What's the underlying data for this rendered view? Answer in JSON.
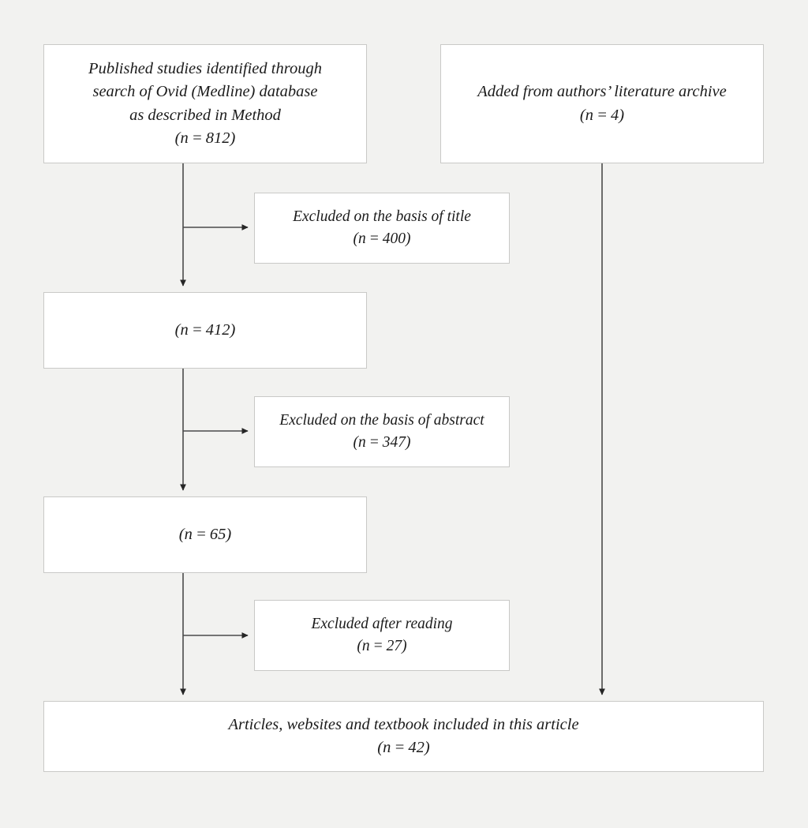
{
  "diagram": {
    "type": "prisma-flow-diagram",
    "background_color": "#f2f2f0",
    "box_fill": "#ffffff",
    "box_border_color": "#c9c9c7",
    "connector_color": "#333333",
    "nodes": {
      "identified": {
        "lines": [
          "Published studies identified through",
          "search of Ovid (Medline) database",
          "as described in Method",
          "(n = 812)"
        ]
      },
      "archive": {
        "lines": [
          "Added from authors’ literature archive",
          "(n = 4)"
        ]
      },
      "excluded_title": {
        "lines": [
          "Excluded on the basis of title",
          "(n = 400)"
        ]
      },
      "titles_screened": {
        "lines": [
          "(n = 412)"
        ]
      },
      "excluded_abstract": {
        "lines": [
          "Excluded on the basis of abstract",
          "(n = 347)"
        ]
      },
      "abstracts_screened": {
        "lines": [
          "(n = 65)"
        ]
      },
      "excluded_reading": {
        "lines": [
          "Excluded after reading",
          "(n = 27)"
        ]
      },
      "included": {
        "lines": [
          "Articles, websites and textbook included in this article",
          "(n = 42)"
        ]
      }
    },
    "counts": {
      "identified": 812,
      "archive": 4,
      "excluded_title": 400,
      "titles_screened": 412,
      "excluded_abstract": 347,
      "abstracts_screened": 65,
      "excluded_reading": 27,
      "included": 42
    }
  }
}
